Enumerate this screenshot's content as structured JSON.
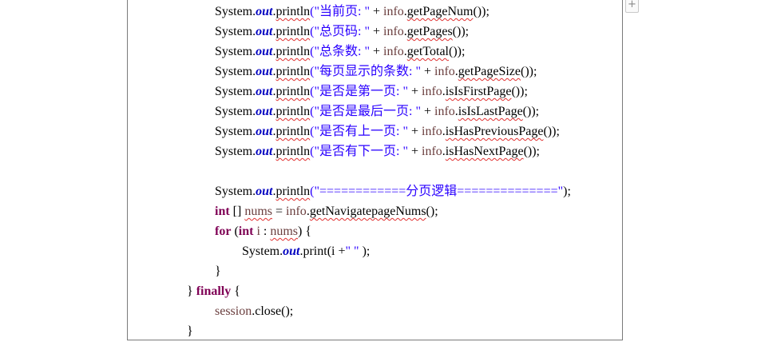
{
  "code_lines": [
    {
      "indent": 2,
      "tokens": [
        {
          "t": "System",
          "c": "t"
        },
        {
          "t": ".",
          "c": "t"
        },
        {
          "t": "out",
          "c": "fd"
        },
        {
          "t": ".",
          "c": "t"
        },
        {
          "t": "println",
          "c": "t",
          "sq": true
        },
        {
          "t": "(\"当前页: \"",
          "c": "st"
        },
        {
          "t": " + ",
          "c": "t"
        },
        {
          "t": "info",
          "c": "var"
        },
        {
          "t": ".",
          "c": "t"
        },
        {
          "t": "getPageNum",
          "c": "t",
          "sq": true
        },
        {
          "t": "());",
          "c": "t"
        }
      ]
    },
    {
      "indent": 2,
      "tokens": [
        {
          "t": "System",
          "c": "t"
        },
        {
          "t": ".",
          "c": "t"
        },
        {
          "t": "out",
          "c": "fd"
        },
        {
          "t": ".",
          "c": "t"
        },
        {
          "t": "println",
          "c": "t",
          "sq": true
        },
        {
          "t": "(\"总页码: \"",
          "c": "st"
        },
        {
          "t": " + ",
          "c": "t"
        },
        {
          "t": "info",
          "c": "var"
        },
        {
          "t": ".",
          "c": "t"
        },
        {
          "t": "getPages",
          "c": "t",
          "sq": true
        },
        {
          "t": "());",
          "c": "t"
        }
      ]
    },
    {
      "indent": 2,
      "tokens": [
        {
          "t": "System",
          "c": "t"
        },
        {
          "t": ".",
          "c": "t"
        },
        {
          "t": "out",
          "c": "fd"
        },
        {
          "t": ".",
          "c": "t"
        },
        {
          "t": "println",
          "c": "t",
          "sq": true
        },
        {
          "t": "(\"总条数: \"",
          "c": "st"
        },
        {
          "t": " + ",
          "c": "t"
        },
        {
          "t": "info",
          "c": "var"
        },
        {
          "t": ".",
          "c": "t"
        },
        {
          "t": "getTotal",
          "c": "t",
          "sq": true
        },
        {
          "t": "());",
          "c": "t"
        }
      ]
    },
    {
      "indent": 2,
      "tokens": [
        {
          "t": "System",
          "c": "t"
        },
        {
          "t": ".",
          "c": "t"
        },
        {
          "t": "out",
          "c": "fd"
        },
        {
          "t": ".",
          "c": "t"
        },
        {
          "t": "println",
          "c": "t",
          "sq": true
        },
        {
          "t": "(\"每页显示的条数: \"",
          "c": "st"
        },
        {
          "t": " + ",
          "c": "t"
        },
        {
          "t": "info",
          "c": "var"
        },
        {
          "t": ".",
          "c": "t"
        },
        {
          "t": "getPageSize",
          "c": "t",
          "sq": true
        },
        {
          "t": "());",
          "c": "t"
        }
      ]
    },
    {
      "indent": 2,
      "tokens": [
        {
          "t": "System",
          "c": "t"
        },
        {
          "t": ".",
          "c": "t"
        },
        {
          "t": "out",
          "c": "fd"
        },
        {
          "t": ".",
          "c": "t"
        },
        {
          "t": "println",
          "c": "t",
          "sq": true
        },
        {
          "t": "(\"是否是第一页: \"",
          "c": "st"
        },
        {
          "t": " + ",
          "c": "t"
        },
        {
          "t": "info",
          "c": "var"
        },
        {
          "t": ".",
          "c": "t"
        },
        {
          "t": "isIsFirstPage",
          "c": "t",
          "sq": true
        },
        {
          "t": "());",
          "c": "t"
        }
      ]
    },
    {
      "indent": 2,
      "tokens": [
        {
          "t": "System",
          "c": "t"
        },
        {
          "t": ".",
          "c": "t"
        },
        {
          "t": "out",
          "c": "fd"
        },
        {
          "t": ".",
          "c": "t"
        },
        {
          "t": "println",
          "c": "t",
          "sq": true
        },
        {
          "t": "(\"是否是最后一页: \"",
          "c": "st"
        },
        {
          "t": " + ",
          "c": "t"
        },
        {
          "t": "info",
          "c": "var"
        },
        {
          "t": ".",
          "c": "t"
        },
        {
          "t": "isIsLastPage",
          "c": "t",
          "sq": true
        },
        {
          "t": "());",
          "c": "t"
        }
      ]
    },
    {
      "indent": 2,
      "tokens": [
        {
          "t": "System",
          "c": "t"
        },
        {
          "t": ".",
          "c": "t"
        },
        {
          "t": "out",
          "c": "fd"
        },
        {
          "t": ".",
          "c": "t"
        },
        {
          "t": "println",
          "c": "t",
          "sq": true
        },
        {
          "t": "(\"是否有上一页: \"",
          "c": "st"
        },
        {
          "t": " + ",
          "c": "t"
        },
        {
          "t": "info",
          "c": "var"
        },
        {
          "t": ".",
          "c": "t"
        },
        {
          "t": "isHasPreviousPage",
          "c": "t",
          "sq": true
        },
        {
          "t": "());",
          "c": "t"
        }
      ]
    },
    {
      "indent": 2,
      "tokens": [
        {
          "t": "System",
          "c": "t"
        },
        {
          "t": ".",
          "c": "t"
        },
        {
          "t": "out",
          "c": "fd"
        },
        {
          "t": ".",
          "c": "t"
        },
        {
          "t": "println",
          "c": "t",
          "sq": true
        },
        {
          "t": "(\"是否有下一页: \"",
          "c": "st"
        },
        {
          "t": " + ",
          "c": "t"
        },
        {
          "t": "info",
          "c": "var"
        },
        {
          "t": ".",
          "c": "t"
        },
        {
          "t": "isHasNextPage",
          "c": "t",
          "sq": true
        },
        {
          "t": "());",
          "c": "t"
        }
      ]
    },
    {
      "indent": 2,
      "tokens": []
    },
    {
      "indent": 2,
      "tokens": [
        {
          "t": "System",
          "c": "t"
        },
        {
          "t": ".",
          "c": "t"
        },
        {
          "t": "out",
          "c": "fd"
        },
        {
          "t": ".",
          "c": "t"
        },
        {
          "t": "println",
          "c": "t",
          "sq": true
        },
        {
          "t": "(\"============分页逻辑==============\"",
          "c": "st"
        },
        {
          "t": ");",
          "c": "t"
        }
      ]
    },
    {
      "indent": 2,
      "tokens": [
        {
          "t": "int",
          "c": "kw"
        },
        {
          "t": " [] ",
          "c": "t"
        },
        {
          "t": "nums",
          "c": "var",
          "sq": true
        },
        {
          "t": " = ",
          "c": "t"
        },
        {
          "t": "info",
          "c": "var"
        },
        {
          "t": ".",
          "c": "t"
        },
        {
          "t": "getNavigatepageNums",
          "c": "t",
          "sq": true
        },
        {
          "t": "();",
          "c": "t"
        }
      ]
    },
    {
      "indent": 2,
      "tokens": [
        {
          "t": "for",
          "c": "kw"
        },
        {
          "t": " (",
          "c": "t"
        },
        {
          "t": "int",
          "c": "kw"
        },
        {
          "t": " ",
          "c": "t"
        },
        {
          "t": "i",
          "c": "var"
        },
        {
          "t": " : ",
          "c": "t"
        },
        {
          "t": "nums",
          "c": "var",
          "sq": true
        },
        {
          "t": ") {",
          "c": "t"
        }
      ]
    },
    {
      "indent": 3,
      "tokens": [
        {
          "t": "System",
          "c": "t"
        },
        {
          "t": ".",
          "c": "t"
        },
        {
          "t": "out",
          "c": "fd"
        },
        {
          "t": ".",
          "c": "t"
        },
        {
          "t": "print",
          "c": "t"
        },
        {
          "t": "(",
          "c": "t"
        },
        {
          "t": "i",
          "c": "t"
        },
        {
          "t": " +",
          "c": "t"
        },
        {
          "t": "\" \"",
          "c": "st"
        },
        {
          "t": " );",
          "c": "t"
        }
      ]
    },
    {
      "indent": 2,
      "tokens": [
        {
          "t": "}",
          "c": "t"
        }
      ]
    },
    {
      "indent": 1,
      "tokens": [
        {
          "t": "} ",
          "c": "t"
        },
        {
          "t": "finally",
          "c": "kw"
        },
        {
          "t": " {",
          "c": "t"
        }
      ]
    },
    {
      "indent": 2,
      "tokens": [
        {
          "t": "session",
          "c": "var"
        },
        {
          "t": ".",
          "c": "t"
        },
        {
          "t": "close",
          "c": "t"
        },
        {
          "t": "();",
          "c": "t"
        }
      ]
    },
    {
      "indent": 1,
      "tokens": [
        {
          "t": "}",
          "c": "t"
        }
      ]
    }
  ],
  "scrollbar": {
    "plus_label": "+"
  },
  "colors": {
    "keyword": "#7f0055",
    "string": "#2a00ff",
    "field": "#0000c0",
    "variable": "#6a3e3e",
    "text": "#000000"
  }
}
